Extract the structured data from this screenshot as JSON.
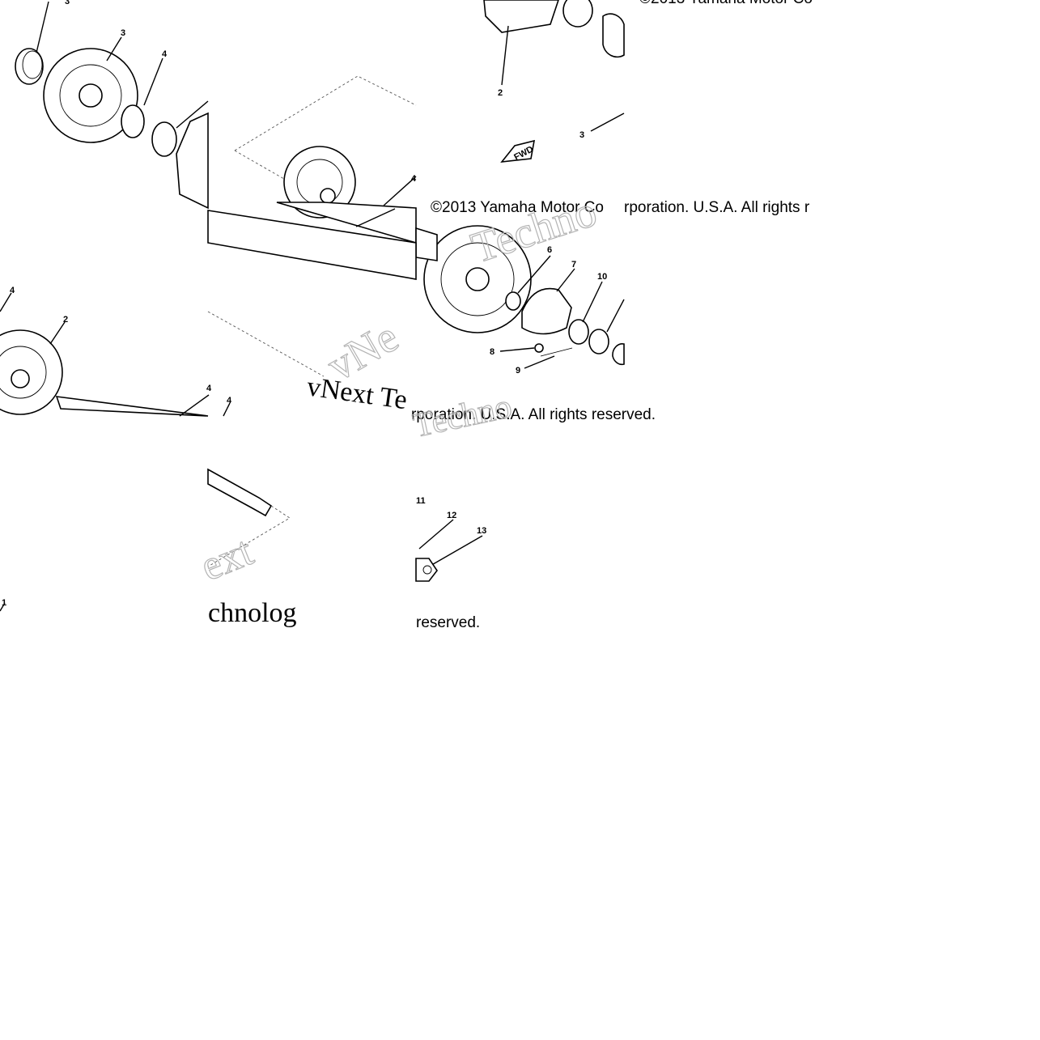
{
  "tiles": [
    {
      "id": "t1",
      "callouts": [
        "3",
        "3",
        "4"
      ],
      "copyright": ""
    },
    {
      "id": "t2",
      "callouts": [
        "2",
        "3"
      ],
      "copyright": "©2013 Yamaha Motor Co"
    },
    {
      "id": "t3",
      "callouts": [
        "4"
      ],
      "copyright": "©2013 Yamaha Motor Co",
      "copyright_right": "rporation. U.S.A. All rights r"
    },
    {
      "id": "t4",
      "callouts": [
        "6",
        "7",
        "10",
        "8",
        "9"
      ],
      "copyright": "rporation. U.S.A. All rights reserved."
    },
    {
      "id": "t5",
      "callouts": [
        "4",
        "2",
        "4",
        "4"
      ],
      "copyright": ""
    },
    {
      "id": "t6",
      "watermark": "vNext Te",
      "callouts": [],
      "copyright": ""
    },
    {
      "id": "t7",
      "watermark": "chnolog",
      "callouts": [],
      "copyright": ""
    },
    {
      "id": "t8",
      "callouts": [
        "11",
        "12",
        "13"
      ],
      "copyright": "reserved."
    },
    {
      "id": "t9",
      "callouts": [
        "1"
      ],
      "copyright": ""
    }
  ],
  "fwd_label": "FWD",
  "watermark_words": [
    "Techno",
    "vNe",
    "Techno",
    "ext"
  ]
}
